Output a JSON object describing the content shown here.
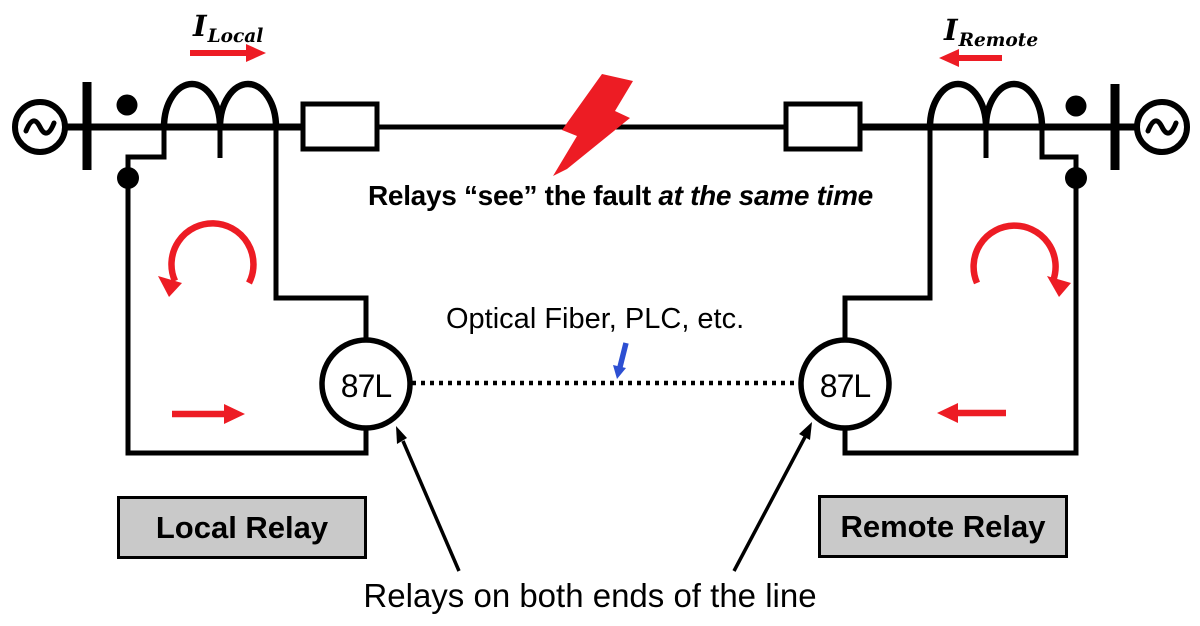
{
  "diagram": {
    "top_labels": {
      "i_local": {
        "symbol": "I",
        "subscript": "Local"
      },
      "i_remote": {
        "symbol": "I",
        "subscript": "Remote"
      }
    },
    "fault_caption": {
      "regular": "Relays “see” the fault ",
      "italic": "at the same time"
    },
    "comm_channel": {
      "label": "Optical Fiber, PLC, etc."
    },
    "relays": {
      "left_circle_label": "87L",
      "right_circle_label": "87L"
    },
    "boxes": {
      "local": "Local Relay",
      "remote": "Remote Relay"
    },
    "bottom_caption": "Relays on both ends of the line",
    "colors": {
      "accent_red": "#ed1c24",
      "arrow_blue": "#2d4fd2",
      "box_fill_gray": "#c9c9c9",
      "line_black": "#000000",
      "background": "#ffffff"
    }
  }
}
